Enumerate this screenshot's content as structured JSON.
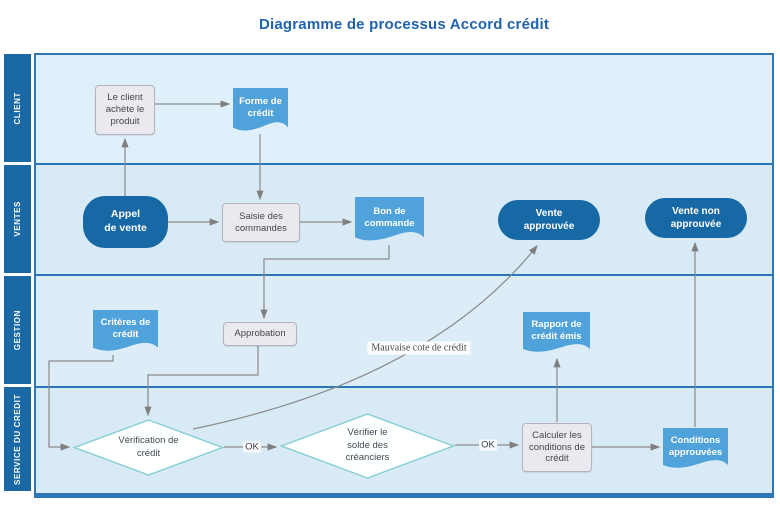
{
  "title": "Diagramme de processus Accord crédit",
  "lanes": [
    {
      "label": "CLIENT"
    },
    {
      "label": "VENTES"
    },
    {
      "label": "GESTION"
    },
    {
      "label": "SERVICE DU CREDIT"
    }
  ],
  "nodes": {
    "client_buys": {
      "label": "Le client achète le produit",
      "type": "process"
    },
    "credit_form": {
      "label": "Forme de crédit",
      "type": "document"
    },
    "sales_call": {
      "label": "Appel de vente",
      "type": "terminator"
    },
    "order_entry": {
      "label": "Saisie des commandes",
      "type": "process"
    },
    "purchase_order": {
      "label": "Bon de commande",
      "type": "document"
    },
    "sale_approved": {
      "label": "Vente approuvée",
      "type": "terminator"
    },
    "sale_not_approved": {
      "label": "Vente non approuvée",
      "type": "terminator"
    },
    "credit_criteria": {
      "label": "Critères de crédit",
      "type": "document"
    },
    "approval": {
      "label": "Approbation",
      "type": "process"
    },
    "credit_report": {
      "label": "Rapport de crédit émis",
      "type": "document"
    },
    "credit_check": {
      "label": "Vérification de crédit",
      "type": "decision"
    },
    "check_balance": {
      "label": "Vérifier le solde des créanciers",
      "type": "decision"
    },
    "calc_terms": {
      "label": "Calculer les conditions de crédit",
      "type": "process"
    },
    "terms_approved": {
      "label": "Conditions approuvées",
      "type": "document"
    }
  },
  "edge_labels": {
    "ok1": "OK",
    "ok2": "OK",
    "bad_credit": "Mauvaise cote de crédit"
  },
  "colors": {
    "title": "#2163AC",
    "lane_header_bg": "#1A69A4",
    "board_border": "#2E77B4",
    "lane_bg_odd": "#E0F0FA",
    "lane_bg_even": "#D8EAF6",
    "process_fill": "#EAE9EF",
    "terminator_fill": "#1769A6",
    "document_fill": "#4FA3DA",
    "diamond_border": "#85CFD3",
    "arrow": "#8A8A8A"
  }
}
